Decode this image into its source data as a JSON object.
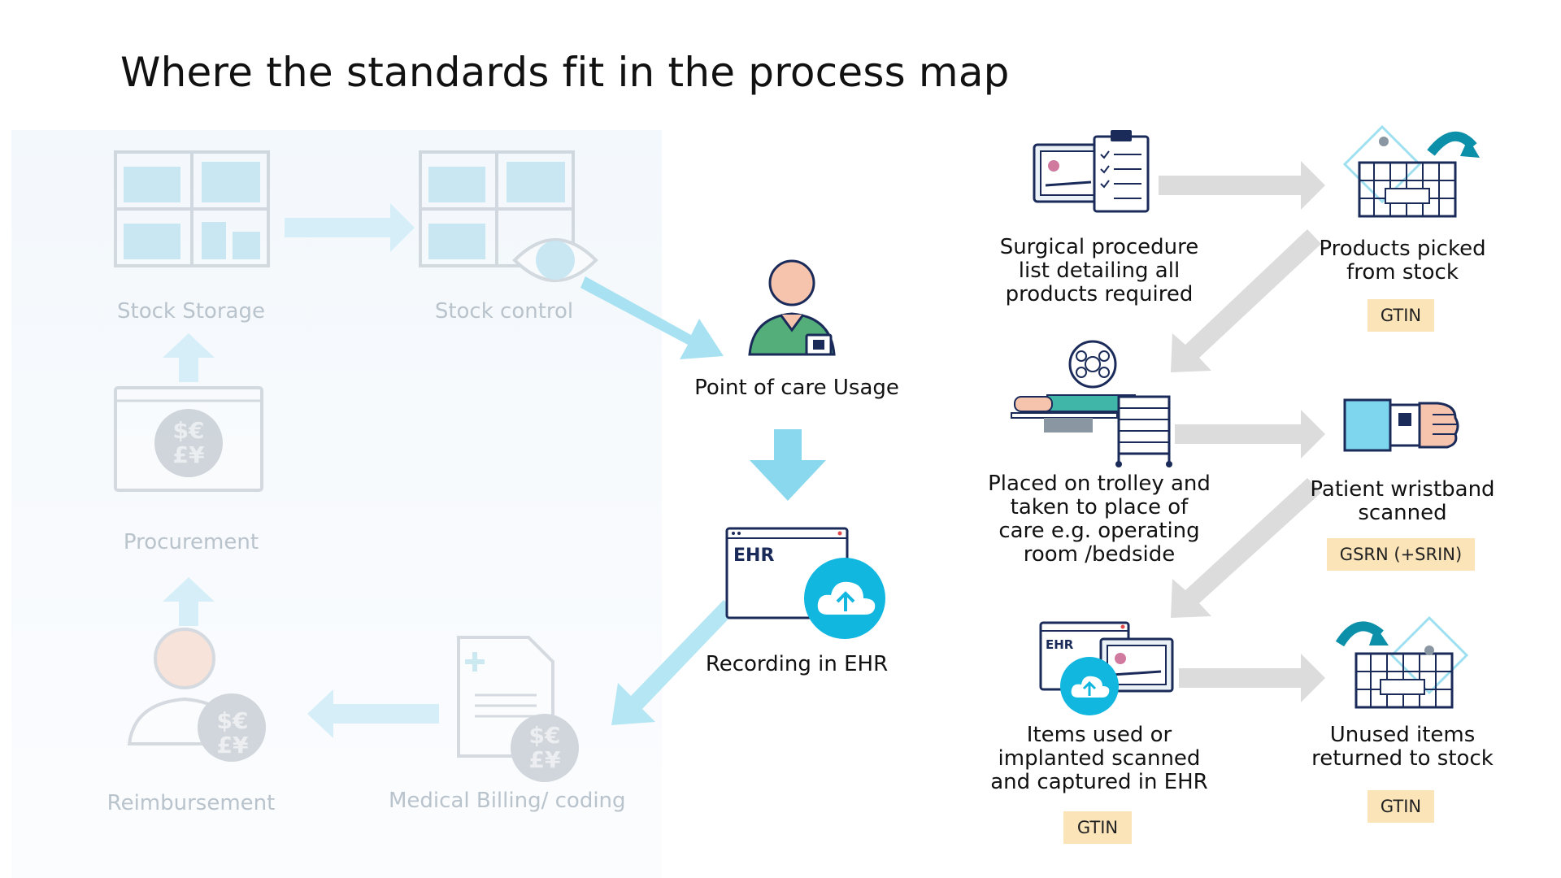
{
  "title": "Where the standards fit in the process map",
  "colors": {
    "accent": "#12b7e0",
    "arrow_blue": "#8ad8ee",
    "arrow_grey": "#d7d7d7",
    "badge": "#fbe4b8",
    "faded_text": "#b9c3cc"
  },
  "faded_steps": {
    "stock_storage": "Stock Storage",
    "stock_control": "Stock control",
    "procurement": "Procurement",
    "reimbursement": "Reimbursement",
    "billing": "Medical Billing/ coding",
    "currency_top": "$€",
    "currency_bottom": "£¥"
  },
  "center": {
    "point_of_care": "Point of care Usage",
    "ehr_tag": "EHR",
    "recording": "Recording in EHR"
  },
  "right": {
    "surgical_list": "Surgical procedure list detailing all products required",
    "picked": "Products picked from stock",
    "picked_badge": "GTIN",
    "trolley": "Placed on trolley and taken to place of care e.g. operating room /bedside",
    "wristband": "Patient wristband scanned",
    "wristband_badge": "GSRN (+SRIN)",
    "scanned": "Items used or implanted scanned and captured in EHR",
    "scanned_badge": "GTIN",
    "small_ehr_tag": "EHR",
    "returned": "Unused items returned to stock",
    "returned_badge": "GTIN"
  }
}
